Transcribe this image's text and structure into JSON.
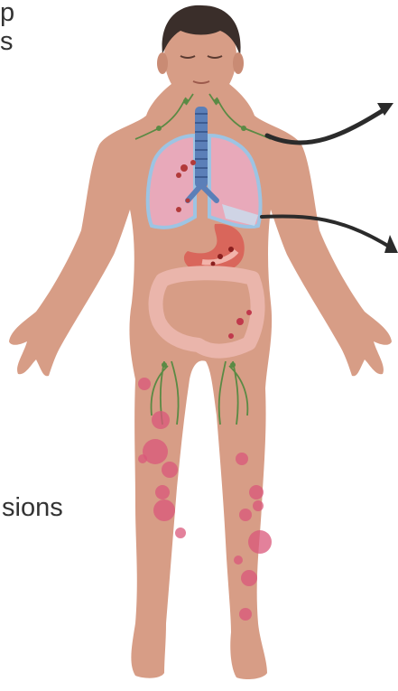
{
  "fragments": {
    "top_right_p": "p",
    "top_right_s": "s",
    "bottom_left": "sions"
  },
  "colors": {
    "skin": "#d79d86",
    "skin_shade": "#c98b74",
    "hair": "#3a2e2a",
    "trachea": "#5b7fb8",
    "lung": "#e8a9ba",
    "pleura": "#9dc4e3",
    "stomach": "#d9665b",
    "intestine": "#eab5ab",
    "lymph": "#5a8a44",
    "lesion": "#d9577a",
    "arrow": "#2b2b2b"
  }
}
